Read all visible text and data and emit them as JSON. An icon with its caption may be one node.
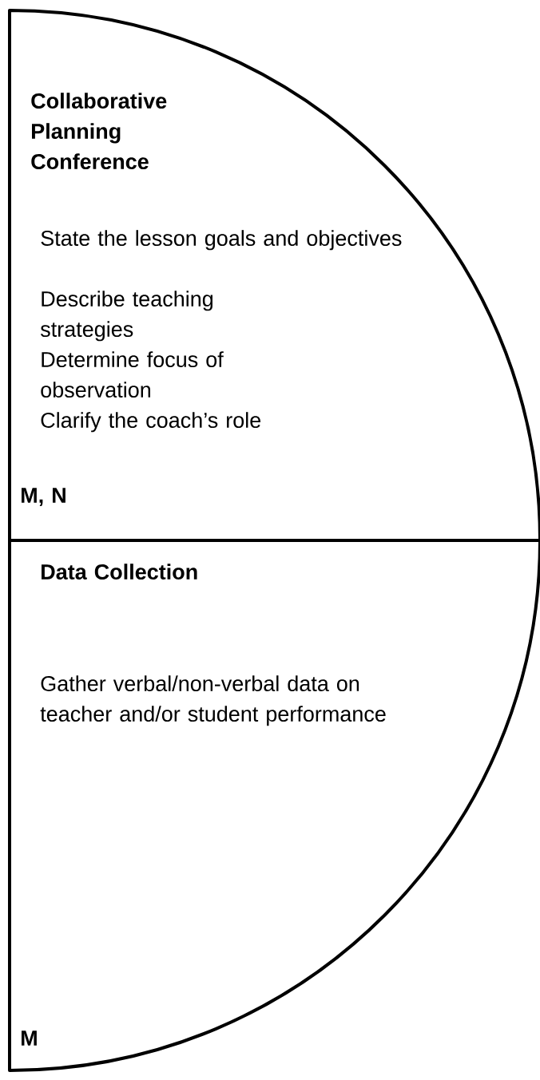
{
  "diagram": {
    "nodes": [
      {
        "text": [
          "Collaborative Planning Conference",
          "State the lesson goals and objectives",
          "Describe teaching strategies",
          "Determine focus of observation",
          "Clarify the coach’s role",
          "M, N"
        ]
      },
      {
        "text": [
          "Data Collection",
          "Gather verbal/non-verbal data on teacher and/or student performance",
          "M"
        ]
      }
    ]
  }
}
